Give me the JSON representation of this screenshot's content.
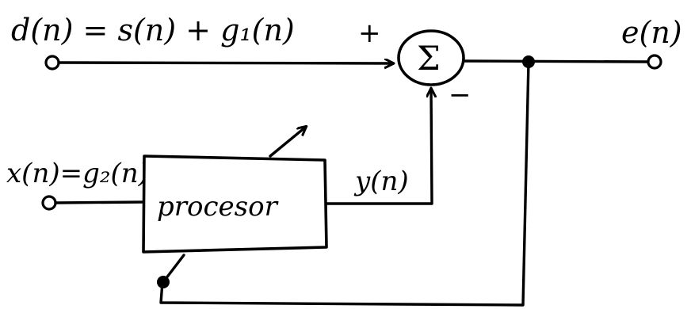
{
  "diagram": {
    "labels": {
      "d_input": "d(n) = s(n) + g₁(n)",
      "x_input": "x(n)=g₂(n)",
      "y_output": "y(n)",
      "e_output": "e(n)",
      "processor": "procesor",
      "plus_sign": "+",
      "minus_sign": "−",
      "sum_symbol": "Σ"
    }
  }
}
